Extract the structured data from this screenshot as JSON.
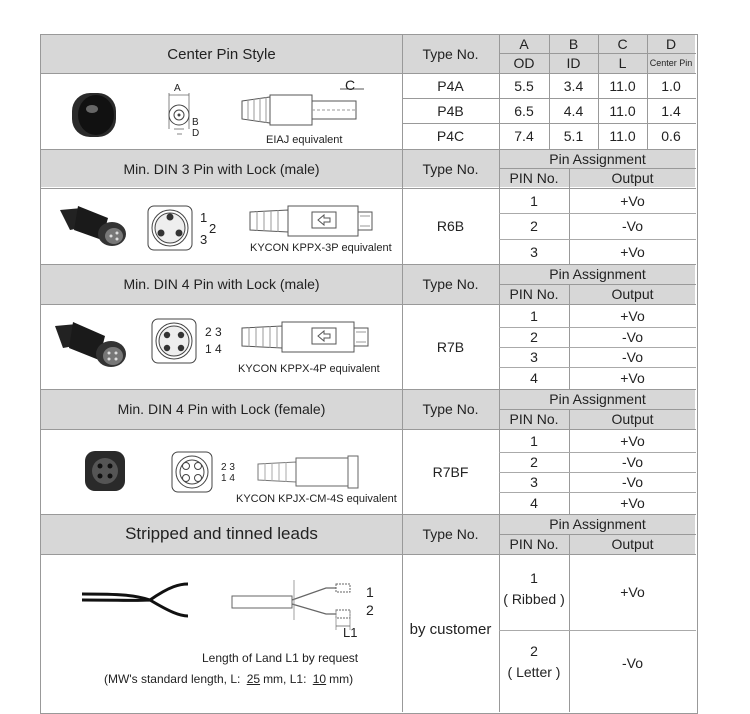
{
  "center_pin": {
    "title": "Center Pin Style",
    "type_header": "Type No.",
    "col_letters": [
      "A",
      "B",
      "C",
      "D"
    ],
    "col_names": [
      "OD",
      "ID",
      "L",
      "Center Pin"
    ],
    "rows": [
      {
        "type": "P4A",
        "a": "5.5",
        "b": "3.4",
        "c": "11.0",
        "d": "1.0"
      },
      {
        "type": "P4B",
        "a": "6.5",
        "b": "4.4",
        "c": "11.0",
        "d": "1.4"
      },
      {
        "type": "P4C",
        "a": "7.4",
        "b": "5.1",
        "c": "11.0",
        "d": "0.6"
      }
    ],
    "caption": "EIAJ equivalent",
    "dim_labels": [
      "A",
      "B",
      "D",
      "C"
    ]
  },
  "din3": {
    "title": "Min. DIN 3 Pin with Lock  (male)",
    "type_header": "Type No.",
    "type": "R6B",
    "pin_assignment": "Pin Assignment",
    "pin_no_header": "PIN No.",
    "output_header": "Output",
    "pins": [
      {
        "no": "1",
        "out": "+Vo"
      },
      {
        "no": "2",
        "out": "-Vo"
      },
      {
        "no": "3",
        "out": "+Vo"
      }
    ],
    "caption": "KYCON KPPX-3P equivalent",
    "pin_labels": [
      "1",
      "2",
      "3"
    ]
  },
  "din4m": {
    "title": "Min. DIN 4 Pin with Lock  (male)",
    "type_header": "Type No.",
    "type": "R7B",
    "pin_assignment": "Pin Assignment",
    "pin_no_header": "PIN No.",
    "output_header": "Output",
    "pins": [
      {
        "no": "1",
        "out": "+Vo"
      },
      {
        "no": "2",
        "out": "-Vo"
      },
      {
        "no": "3",
        "out": "-Vo"
      },
      {
        "no": "4",
        "out": "+Vo"
      }
    ],
    "caption": "KYCON KPPX-4P equivalent",
    "pin_labels": [
      "2 3",
      "1 4"
    ]
  },
  "din4f": {
    "title": "Min. DIN 4 Pin with Lock  (female)",
    "type_header": "Type No.",
    "type": "R7BF",
    "pin_assignment": "Pin Assignment",
    "pin_no_header": "PIN No.",
    "output_header": "Output",
    "pins": [
      {
        "no": "1",
        "out": "+Vo"
      },
      {
        "no": "2",
        "out": "-Vo"
      },
      {
        "no": "3",
        "out": "-Vo"
      },
      {
        "no": "4",
        "out": "+Vo"
      }
    ],
    "caption": "KYCON KPJX-CM-4S equivalent",
    "pin_labels": [
      "2 3",
      "1 4"
    ]
  },
  "leads": {
    "title": "Stripped and tinned leads",
    "type_header": "Type No.",
    "type": "by customer",
    "pin_assignment": "Pin Assignment",
    "pin_no_header": "PIN No.",
    "output_header": "Output",
    "pins": [
      {
        "no": "1",
        "sub": "( Ribbed )",
        "out": "+Vo"
      },
      {
        "no": "2",
        "sub": "( Letter )",
        "out": "-Vo"
      }
    ],
    "wire_labels": [
      "1",
      "2",
      "L1"
    ],
    "note1": "Length of Land L1 by request",
    "note2_prefix": "(MW's standard length, L:",
    "note2_L": "25",
    "note2_mid": "mm,  L1:",
    "note2_L1": "10",
    "note2_suffix": "mm)"
  }
}
